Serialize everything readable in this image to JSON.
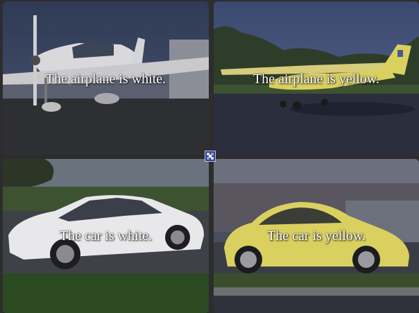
{
  "tiles": [
    {
      "caption": "The airplane is white.",
      "subject": "white-airplane"
    },
    {
      "caption": "The airplane is yellow.",
      "subject": "yellow-airplane"
    },
    {
      "caption": "The car is white.",
      "subject": "white-car"
    },
    {
      "caption": "The car is yellow.",
      "subject": "yellow-car"
    }
  ],
  "center_control": {
    "icon": "grid-toggle-icon"
  },
  "colors": {
    "background": "#2d2d2d",
    "caption_text": "#ffffff",
    "yellow_subject": "#d9d060",
    "white_subject": "#e8e8e8",
    "center_icon_bg": "#2e3f8c"
  }
}
